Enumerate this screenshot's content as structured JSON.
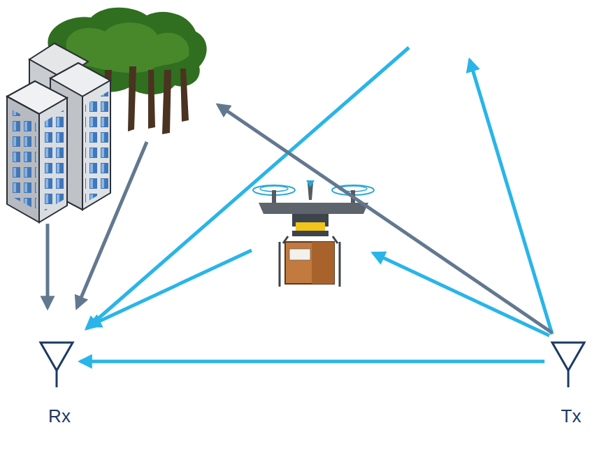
{
  "diagram": {
    "nodes": [
      {
        "text": [
          "Rx"
        ]
      },
      {
        "text": [
          "Tx"
        ]
      }
    ],
    "edges": [
      {
        "from": 1,
        "to": 0,
        "arrow": "to"
      }
    ]
  }
}
